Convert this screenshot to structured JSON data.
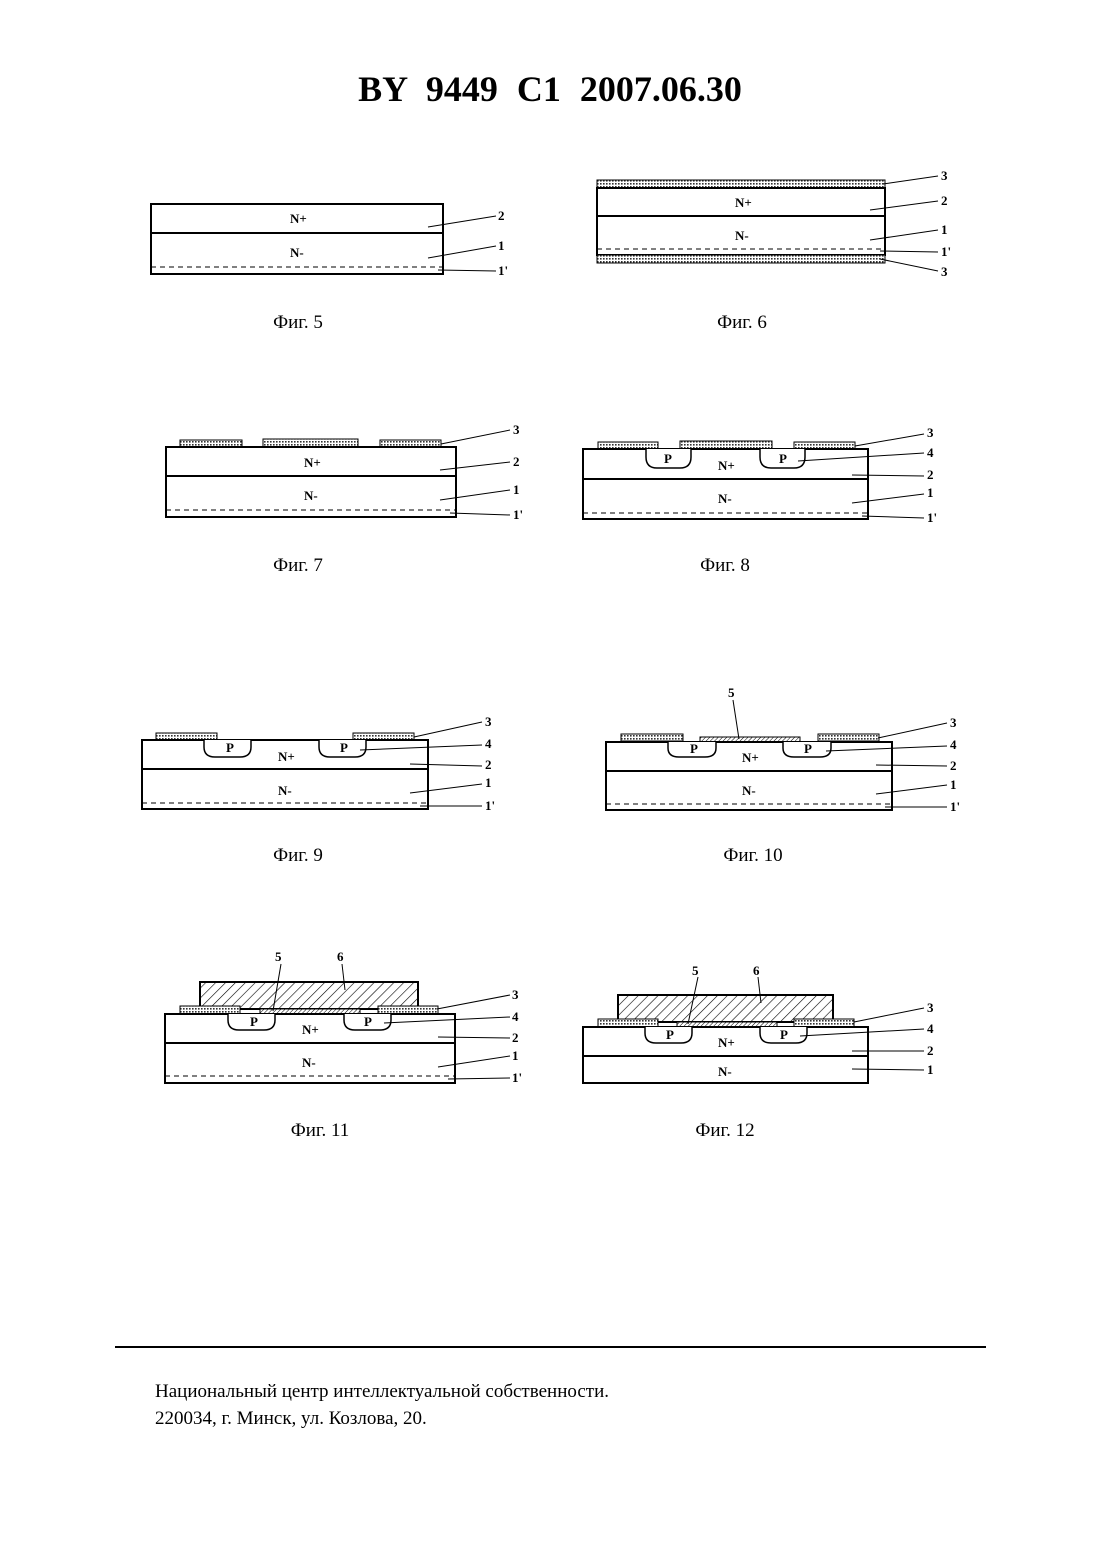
{
  "header": {
    "doc_id": "BY  9449  C1  2007.06.30"
  },
  "regions": {
    "n_plus": "N+",
    "n_minus": "N-",
    "p": "P"
  },
  "callouts": {
    "c1": "1",
    "c1p": "1'",
    "c2": "2",
    "c3": "3",
    "c4": "4",
    "c5": "5",
    "c6": "6"
  },
  "figures": {
    "fig5": "Фиг. 5",
    "fig6": "Фиг. 6",
    "fig7": "Фиг. 7",
    "fig8": "Фиг. 8",
    "fig9": "Фиг. 9",
    "fig10": "Фиг. 10",
    "fig11": "Фиг. 11",
    "fig12": "Фиг. 12"
  },
  "footer": {
    "line1": "Национальный центр интеллектуальной собственности.",
    "line2": "220034, г. Минск, ул. Козлова, 20."
  }
}
